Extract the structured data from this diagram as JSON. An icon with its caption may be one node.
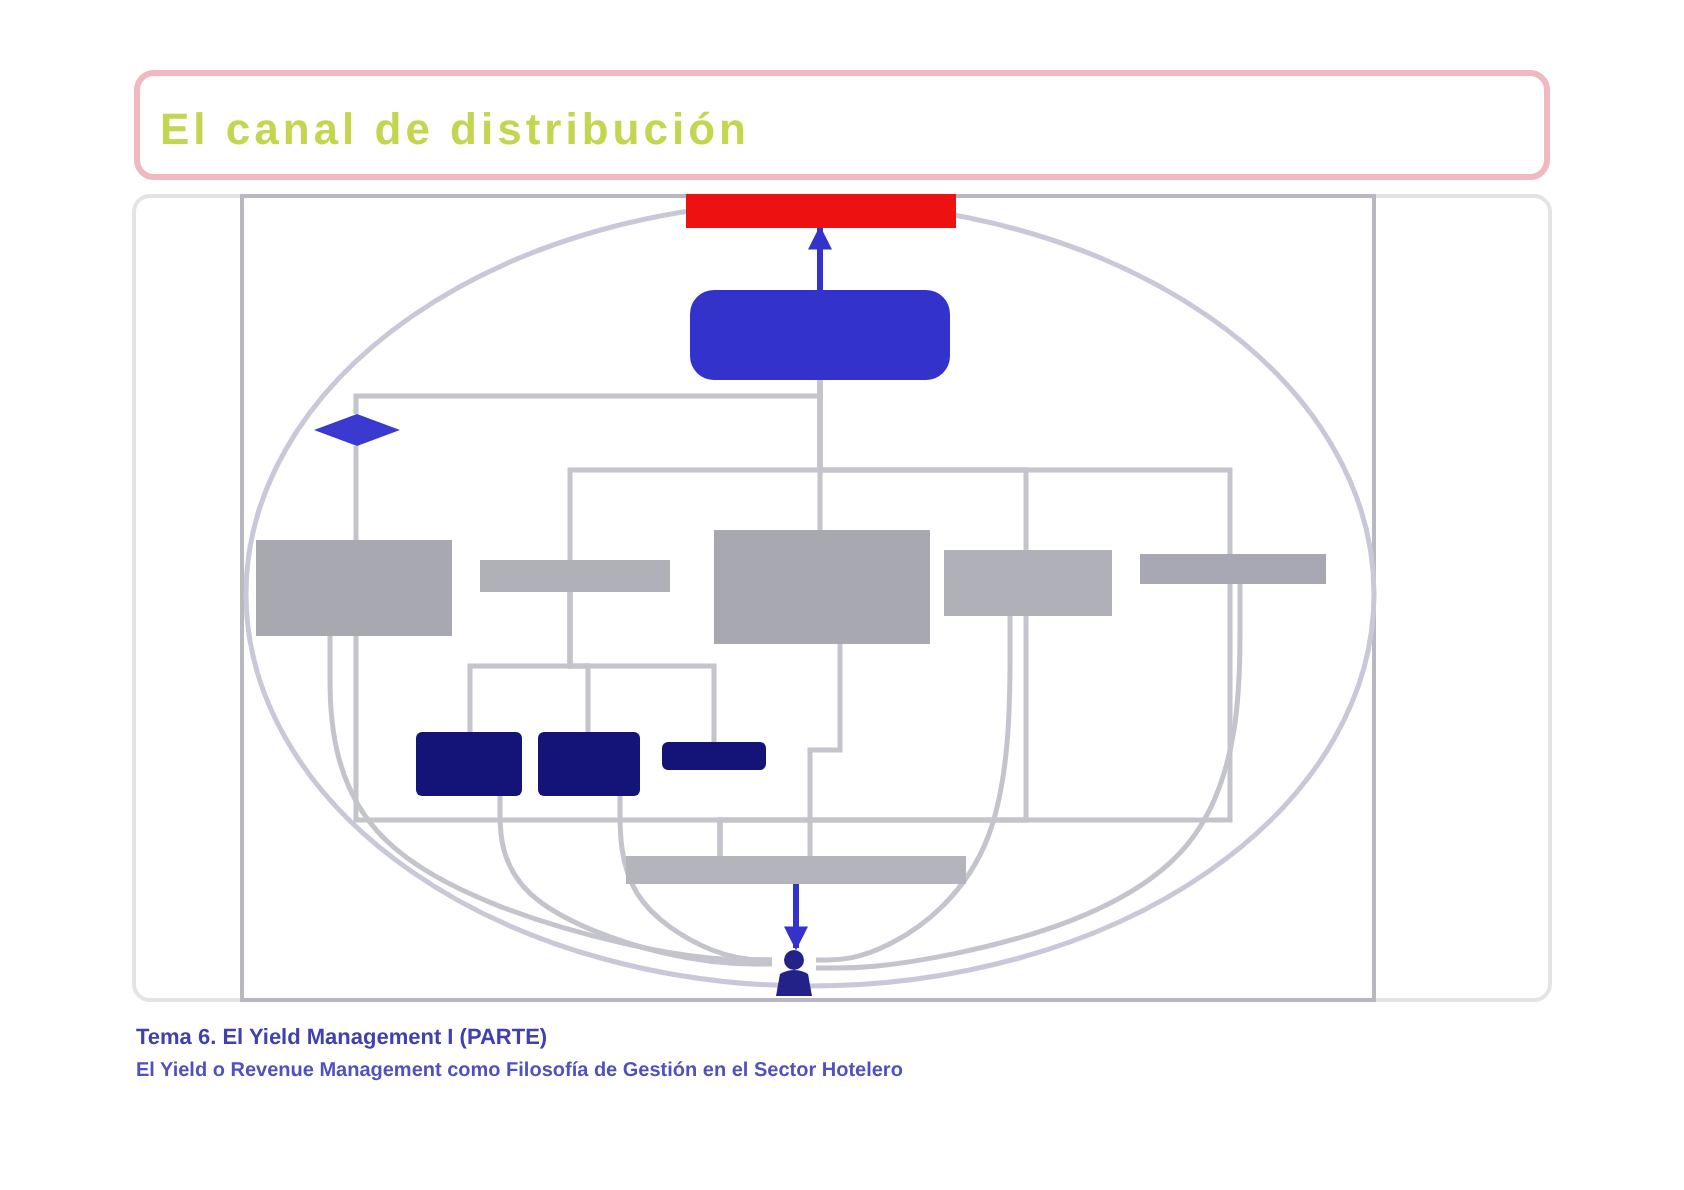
{
  "diagram": {
    "title": "El canal de distribución",
    "nodes": [
      {
        "text": [],
        "shape": "bar"
      },
      {
        "text": [],
        "shape": "box"
      },
      {
        "text": [],
        "shape": "diamond"
      },
      {
        "text": [],
        "shape": "box"
      },
      {
        "text": [],
        "shape": "bar"
      },
      {
        "text": [],
        "shape": "box"
      },
      {
        "text": [],
        "shape": "box"
      },
      {
        "text": [],
        "shape": "bar"
      },
      {
        "text": [],
        "shape": "box"
      },
      {
        "text": [],
        "shape": "box"
      },
      {
        "text": [],
        "shape": "bar"
      },
      {
        "text": [],
        "shape": "bar"
      },
      {
        "text": [],
        "shape": "person"
      }
    ],
    "edges": [
      {
        "from": 1,
        "to": 0,
        "arrow": "to",
        "color": "#3333cc"
      },
      {
        "from": 1,
        "to": 2,
        "arrow": "none"
      },
      {
        "from": 2,
        "to": 3,
        "arrow": "none"
      },
      {
        "from": 1,
        "to": 4,
        "arrow": "none"
      },
      {
        "from": 1,
        "to": 5,
        "arrow": "none"
      },
      {
        "from": 1,
        "to": 6,
        "arrow": "none"
      },
      {
        "from": 1,
        "to": 7,
        "arrow": "none"
      },
      {
        "from": 4,
        "to": 8,
        "arrow": "none"
      },
      {
        "from": 4,
        "to": 9,
        "arrow": "none"
      },
      {
        "from": 4,
        "to": 10,
        "arrow": "none"
      },
      {
        "from": 5,
        "to": 11,
        "arrow": "none"
      },
      {
        "from": 11,
        "to": 12,
        "arrow": "to",
        "color": "#3333cc"
      },
      {
        "from": 3,
        "to": 11,
        "arrow": "none"
      },
      {
        "from": 6,
        "to": 11,
        "arrow": "none"
      },
      {
        "from": 7,
        "to": 11,
        "arrow": "none"
      },
      {
        "from": 3,
        "to": 12,
        "arrow": "none"
      },
      {
        "from": 8,
        "to": 12,
        "arrow": "none"
      },
      {
        "from": 9,
        "to": 12,
        "arrow": "none"
      },
      {
        "from": 6,
        "to": 12,
        "arrow": "none"
      },
      {
        "from": 7,
        "to": 12,
        "arrow": "none"
      }
    ],
    "labels": [
      "Tema 6. El Yield Management I (PARTE)",
      "El Yield o Revenue Management como Filosofía de Gestión en el Sector Hotelero"
    ]
  }
}
